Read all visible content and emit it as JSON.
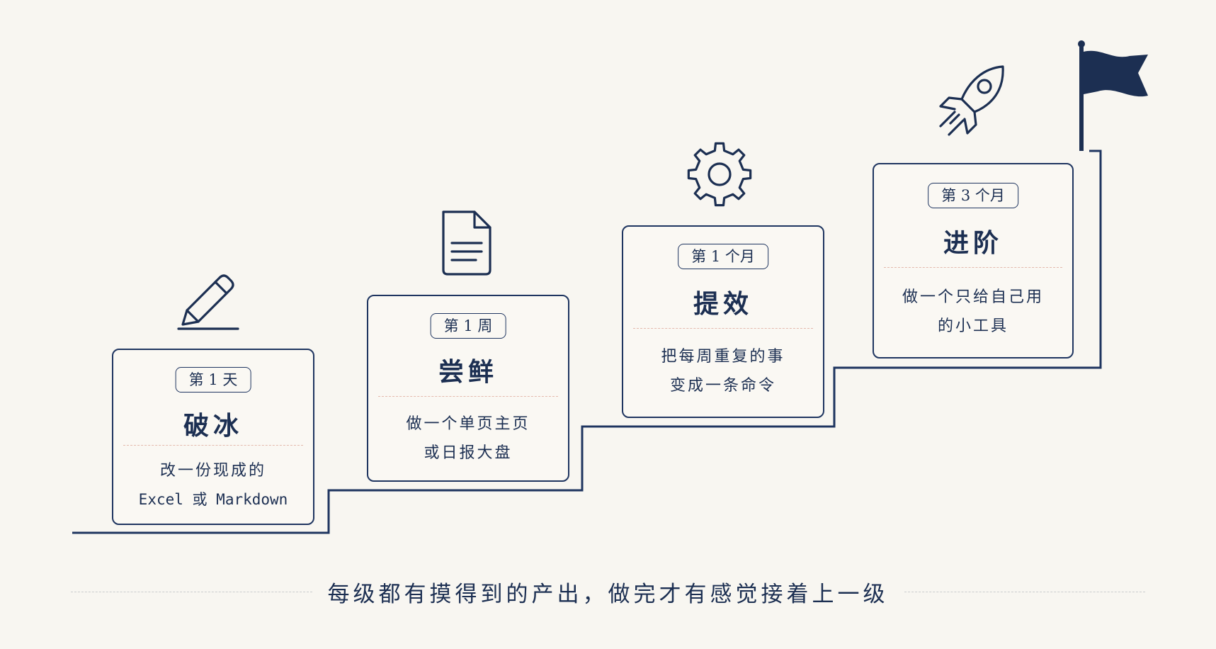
{
  "steps": [
    {
      "badge": "第 1 天",
      "title": "破冰",
      "lines": [
        "改一份现成的",
        "Excel 或 Markdown"
      ],
      "icon": "pencil-icon"
    },
    {
      "badge": "第 1 周",
      "title": "尝鲜",
      "lines": [
        "做一个单页主页",
        "或日报大盘"
      ],
      "icon": "document-icon"
    },
    {
      "badge": "第 1 个月",
      "title": "提效",
      "lines": [
        "把每周重复的事",
        "变成一条命令"
      ],
      "icon": "gear-icon"
    },
    {
      "badge": "第 3 个月",
      "title": "进阶",
      "lines": [
        "做一个只给自己用",
        "的小工具"
      ],
      "icon": "rocket-icon"
    }
  ],
  "goal_icon": "flag-icon",
  "slogan": "每级都有摸得到的产出，做完才有感觉接着上一级",
  "colors": {
    "navy": "#1c2f52",
    "background": "#f8f6f1",
    "separator": "#e4b9ad"
  }
}
